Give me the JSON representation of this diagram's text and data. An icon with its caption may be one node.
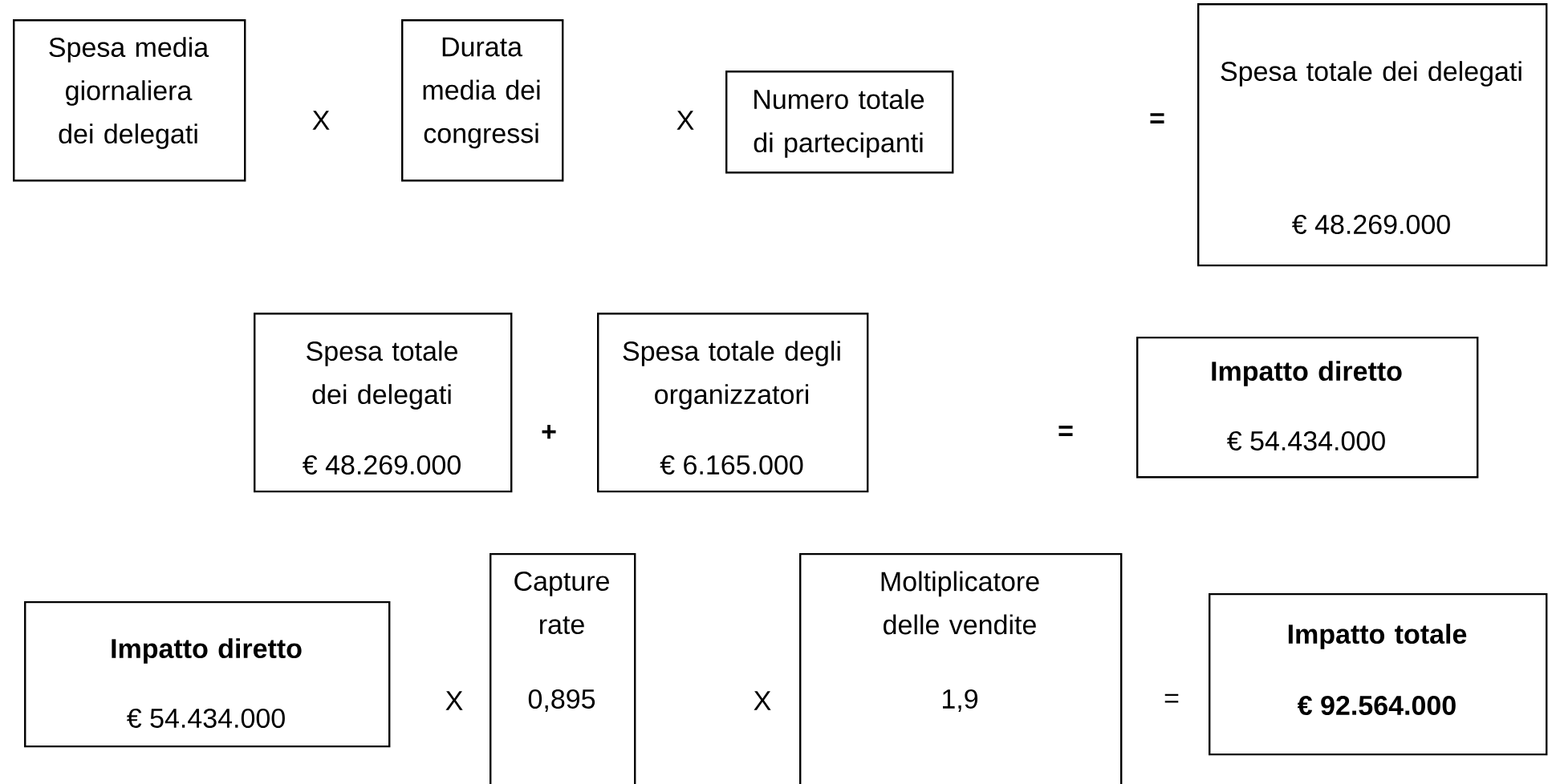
{
  "diagram": {
    "nodes": [
      {
        "text": [
          "Spesa media giornaliera dei delegati"
        ]
      },
      {
        "text": [
          "Durata media dei congressi"
        ]
      },
      {
        "text": [
          "Numero totale di partecipanti"
        ]
      },
      {
        "text": [
          "Spesa totale dei delegati",
          "€ 48.269.000"
        ]
      },
      {
        "text": [
          "Spesa totale dei delegati",
          "€ 48.269.000"
        ]
      },
      {
        "text": [
          "Spesa totale degli organizzatori",
          "€ 6.165.000"
        ]
      },
      {
        "text": [
          "Impatto diretto",
          "€ 54.434.000"
        ]
      },
      {
        "text": [
          "Impatto diretto",
          "€ 54.434.000"
        ]
      },
      {
        "text": [
          "Capture rate",
          "0,895"
        ]
      },
      {
        "text": [
          "Moltiplicatore delle vendite",
          "1,9"
        ]
      },
      {
        "text": [
          "Impatto totale",
          "€ 92.564.000"
        ]
      }
    ],
    "labels": [
      "X",
      "X",
      "=",
      "+",
      "=",
      "X",
      "X",
      "="
    ]
  }
}
